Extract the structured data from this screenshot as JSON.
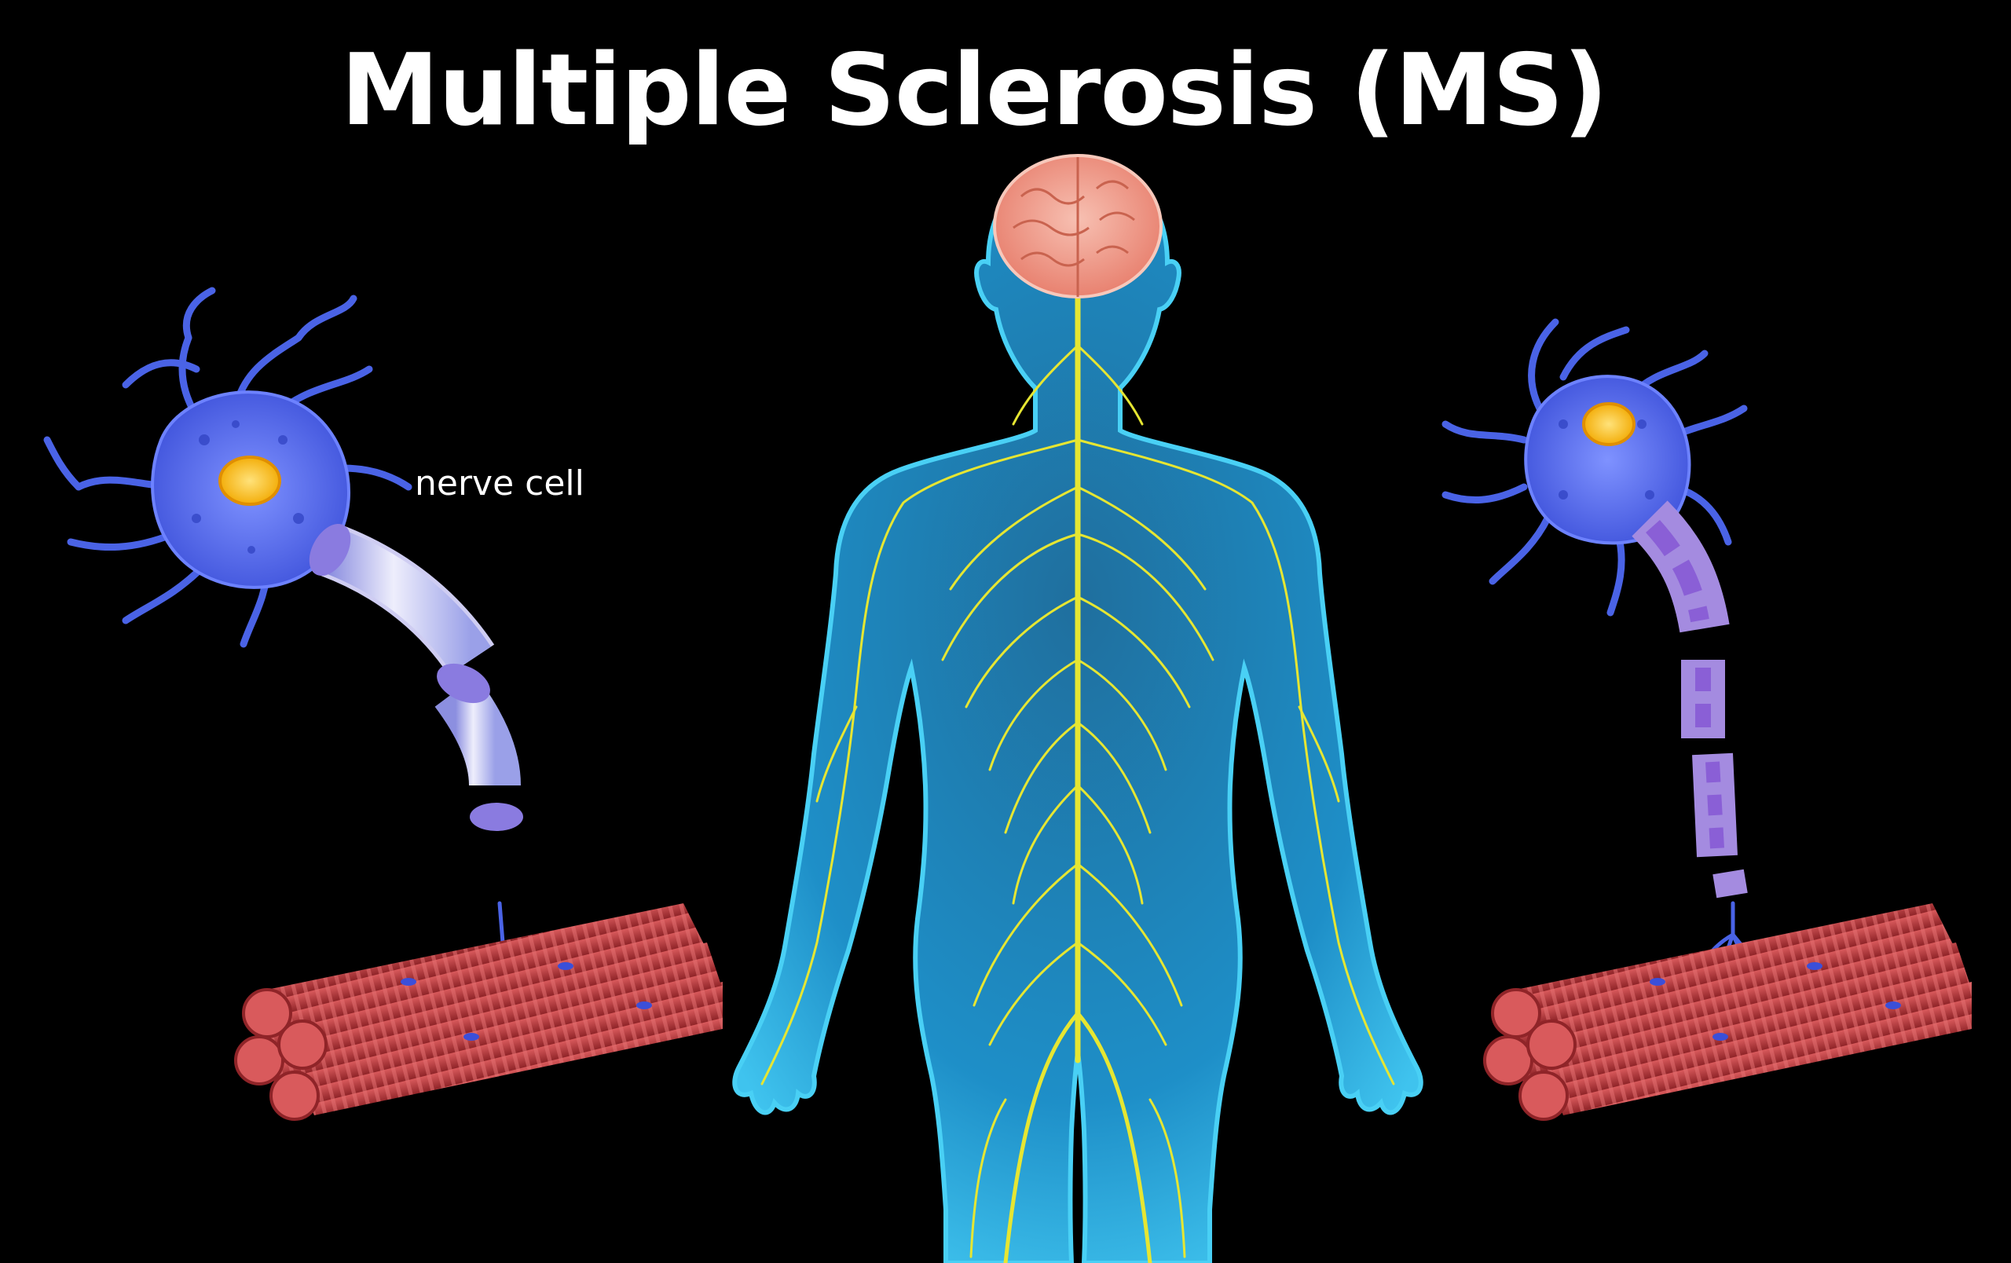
{
  "title": "Multiple Sclerosis (MS)",
  "labels": {
    "nerve_cell": "nerve cell"
  },
  "colors": {
    "background": "#000000",
    "title": "#ffffff",
    "body": "#1e8fc8",
    "body_glow": "#3fc3ee",
    "nerves": "#e6e632",
    "brain": "#f2a391",
    "neuron": "#4a63e6",
    "neuron_light": "#7f92ff",
    "nucleus": "#f8c21b",
    "myelin": "#cfcdf2",
    "damaged_myelin": "#8a5fd6",
    "muscle": "#b8383c",
    "muscle_stripe": "#d9595c"
  },
  "diagram": {
    "left_neuron": {
      "myelin_state": "healthy"
    },
    "right_neuron": {
      "myelin_state": "damaged"
    }
  }
}
